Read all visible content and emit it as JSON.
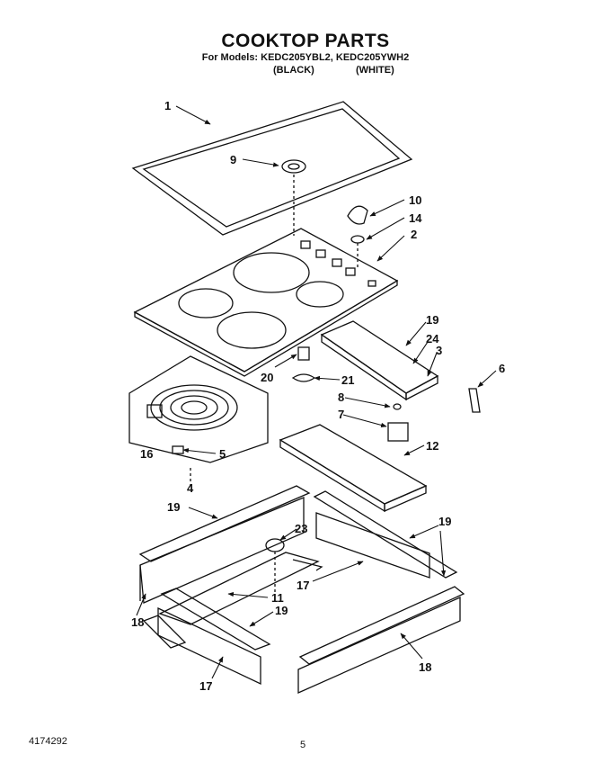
{
  "header": {
    "title": "COOKTOP PARTS",
    "models_line": "For Models: KEDC205YBL2, KEDC205YWH2",
    "color_black": "(BLACK)",
    "color_white": "(WHITE)"
  },
  "footer": {
    "doc_number": "4174292",
    "page_number": "5"
  },
  "part_labels": {
    "p1": "1",
    "p2": "2",
    "p3": "3",
    "p4": "4",
    "p5": "5",
    "p6": "6",
    "p7": "7",
    "p8": "8",
    "p9": "9",
    "p10": "10",
    "p11": "11",
    "p12": "12",
    "p14": "14",
    "p16": "16",
    "p17a": "17",
    "p17b": "17",
    "p18a": "18",
    "p18b": "18",
    "p19a": "19",
    "p19b": "19",
    "p19c": "19",
    "p19d": "19",
    "p20": "20",
    "p21": "21",
    "p23": "23",
    "p24": "24"
  }
}
